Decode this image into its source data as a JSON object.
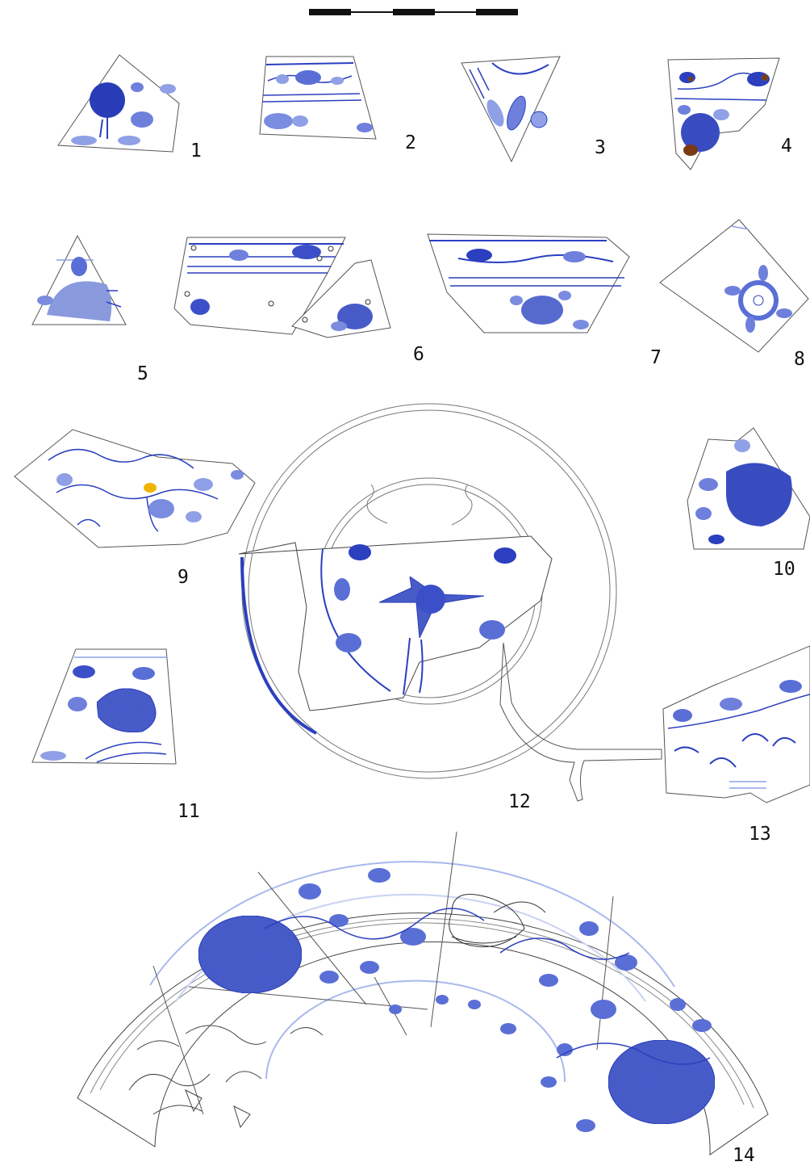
{
  "figure": {
    "scale_bar": {
      "segments": 5
    },
    "colors": {
      "outline": "#555555",
      "cobalt": "#2b3fbf",
      "cobalt_light": "#8fa0e6",
      "cobalt_fill": "#4a5fd0",
      "iron_spot": "#7a3a14",
      "yellow_spot": "#f0b400",
      "paper": "#ffffff"
    },
    "sherds": [
      {
        "id": "1",
        "label": "1"
      },
      {
        "id": "2",
        "label": "2"
      },
      {
        "id": "3",
        "label": "3"
      },
      {
        "id": "4",
        "label": "4"
      },
      {
        "id": "5",
        "label": "5"
      },
      {
        "id": "6",
        "label": "6"
      },
      {
        "id": "7",
        "label": "7"
      },
      {
        "id": "8",
        "label": "8"
      },
      {
        "id": "9",
        "label": "9"
      },
      {
        "id": "10",
        "label": "10"
      },
      {
        "id": "11",
        "label": "11"
      },
      {
        "id": "12",
        "label": "12"
      },
      {
        "id": "13",
        "label": "13"
      },
      {
        "id": "14",
        "label": "14"
      }
    ]
  }
}
